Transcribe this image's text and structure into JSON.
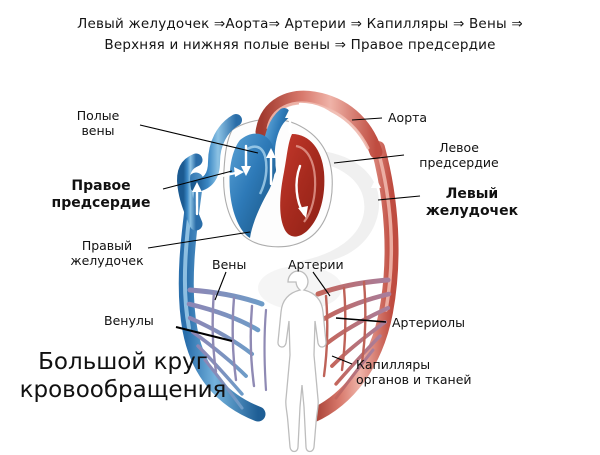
{
  "diagram": {
    "title": "Большой круг кровообращения",
    "title_lines": [
      "Большой",
      "круг",
      "кровообращения"
    ],
    "flow_formula": {
      "line1": "Левый желудочек ⇒Аорта⇒ Артерии ⇒   Капилляры    ⇒ Вены ⇒",
      "line2": "Верхняя и нижняя полые вены ⇒ Правое предсердие",
      "steps": [
        "Левый желудочек",
        "Аорта",
        "Артерии",
        "Капилляры",
        "Вены",
        "Верхняя и нижняя полые вены",
        "Правое предсердие"
      ],
      "arrow_glyph": "⇒"
    },
    "labels": {
      "vena_cava": "Полые\nвены",
      "right_atrium": "Правое\nпредсердие",
      "right_ventricle": "Правый\nжелудочек",
      "venules": "Венулы",
      "veins": "Вены",
      "arteries": "Артерии",
      "aorta": "Аорта",
      "left_atrium": "Левое\nпредсердие",
      "left_ventricle": "Левый\nжелудочек",
      "arterioles": "Артериолы",
      "capillaries": "Капилляры\nорганов и тканей"
    },
    "colors": {
      "venous_blue": "#2E7AB8",
      "venous_blue_dark": "#1C5B92",
      "venous_blue_light": "#8FC0E0",
      "arterial_red": "#C9564A",
      "arterial_red_dark": "#A8392F",
      "arterial_red_light": "#E3A096",
      "capillary_purple": "#9A8FB8",
      "body_outline": "#B9B9B9",
      "heart_outline": "#9A9A9A",
      "watermark_gray": "#E6E6E6",
      "text": "#111111",
      "leader_line": "#000000"
    }
  }
}
